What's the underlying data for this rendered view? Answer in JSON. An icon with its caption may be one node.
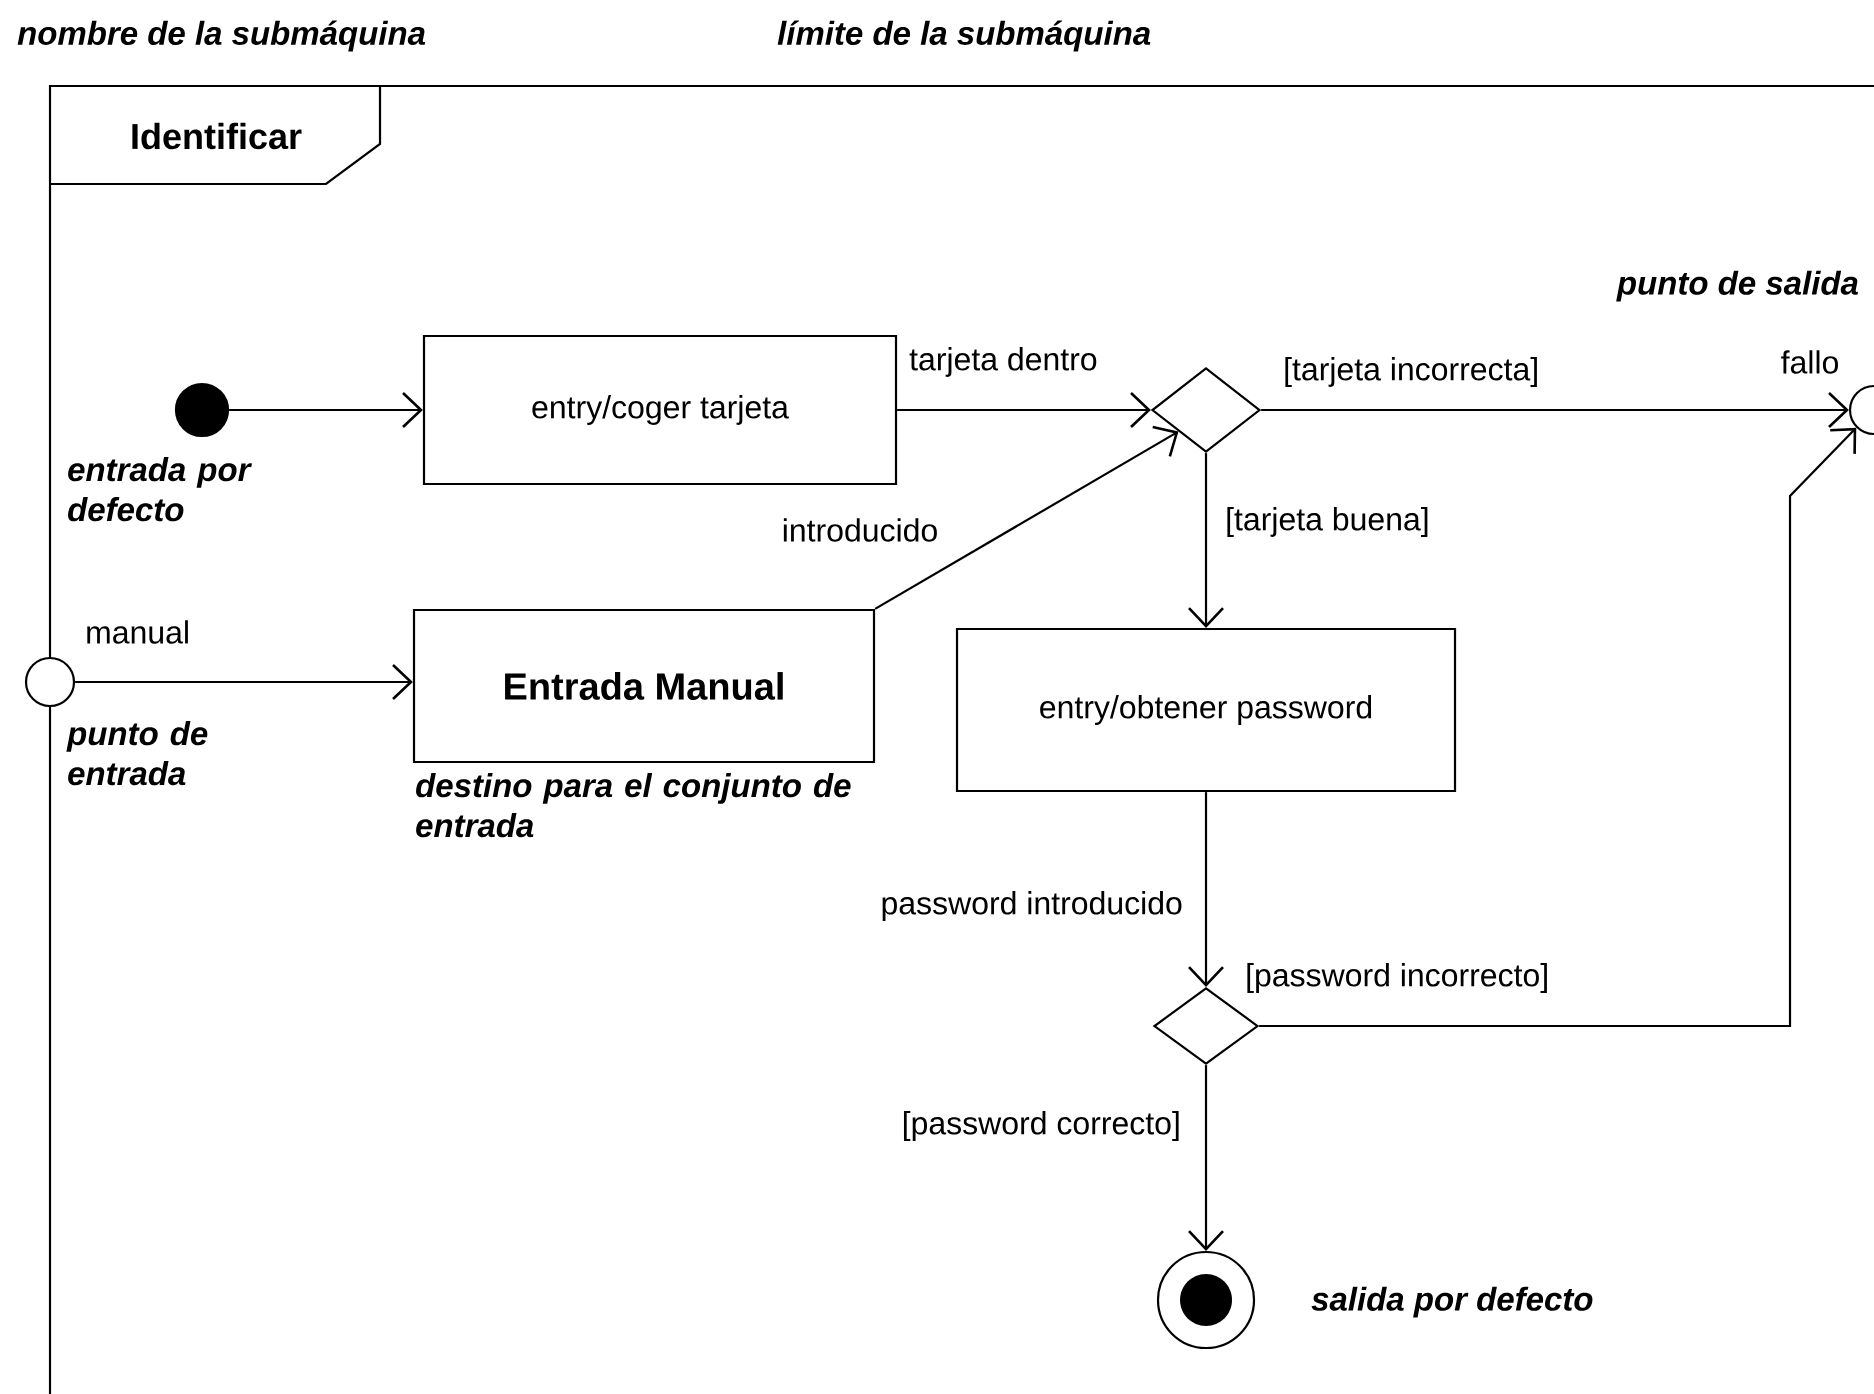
{
  "diagram": {
    "nodes": [
      {
        "text": [
          "Identificar"
        ]
      },
      {
        "text": [],
        "shape": "circle",
        "in": 0,
        "beside": [
          "entrada por defecto"
        ]
      },
      {
        "text": [],
        "shape": "circle",
        "beside": [
          "manual",
          "punto de entrada"
        ]
      },
      {
        "text": [
          "entry/coger tarjeta"
        ],
        "in": 0
      },
      {
        "text": [
          "Entrada Manual"
        ],
        "in": 0,
        "beside": [
          "destino para el conjunto de entrada"
        ]
      },
      {
        "text": [],
        "shape": "diamond",
        "in": 0
      },
      {
        "text": [],
        "shape": "circle",
        "beside": [
          "fallo",
          "punto de salida"
        ]
      },
      {
        "text": [
          "entry/obtener password"
        ],
        "in": 0
      },
      {
        "text": [],
        "shape": "diamond",
        "in": 0
      },
      {
        "text": [],
        "shape": "circle",
        "in": 0,
        "beside": [
          "salida por defecto"
        ]
      }
    ],
    "edges": [
      {
        "from": 1,
        "to": 3,
        "arrow": "to"
      },
      {
        "from": 2,
        "to": 4,
        "arrow": "to"
      },
      {
        "from": 3,
        "to": 5,
        "arrow": "to",
        "label": "tarjeta dentro"
      },
      {
        "from": 4,
        "to": 5,
        "arrow": "to",
        "label": "introducido"
      },
      {
        "from": 5,
        "to": 6,
        "arrow": "to",
        "label": "[tarjeta incorrecta]"
      },
      {
        "from": 5,
        "to": 7,
        "arrow": "to",
        "label": "[tarjeta buena]"
      },
      {
        "from": 7,
        "to": 8,
        "arrow": "to",
        "label": "password introducido"
      },
      {
        "from": 8,
        "to": 6,
        "arrow": "to",
        "label": "[password incorrecto]"
      },
      {
        "from": 8,
        "to": 9,
        "arrow": "to",
        "label": "[password correcto]"
      }
    ],
    "labels": [
      "nombre de la submáquina",
      "límite de la submáquina"
    ]
  }
}
